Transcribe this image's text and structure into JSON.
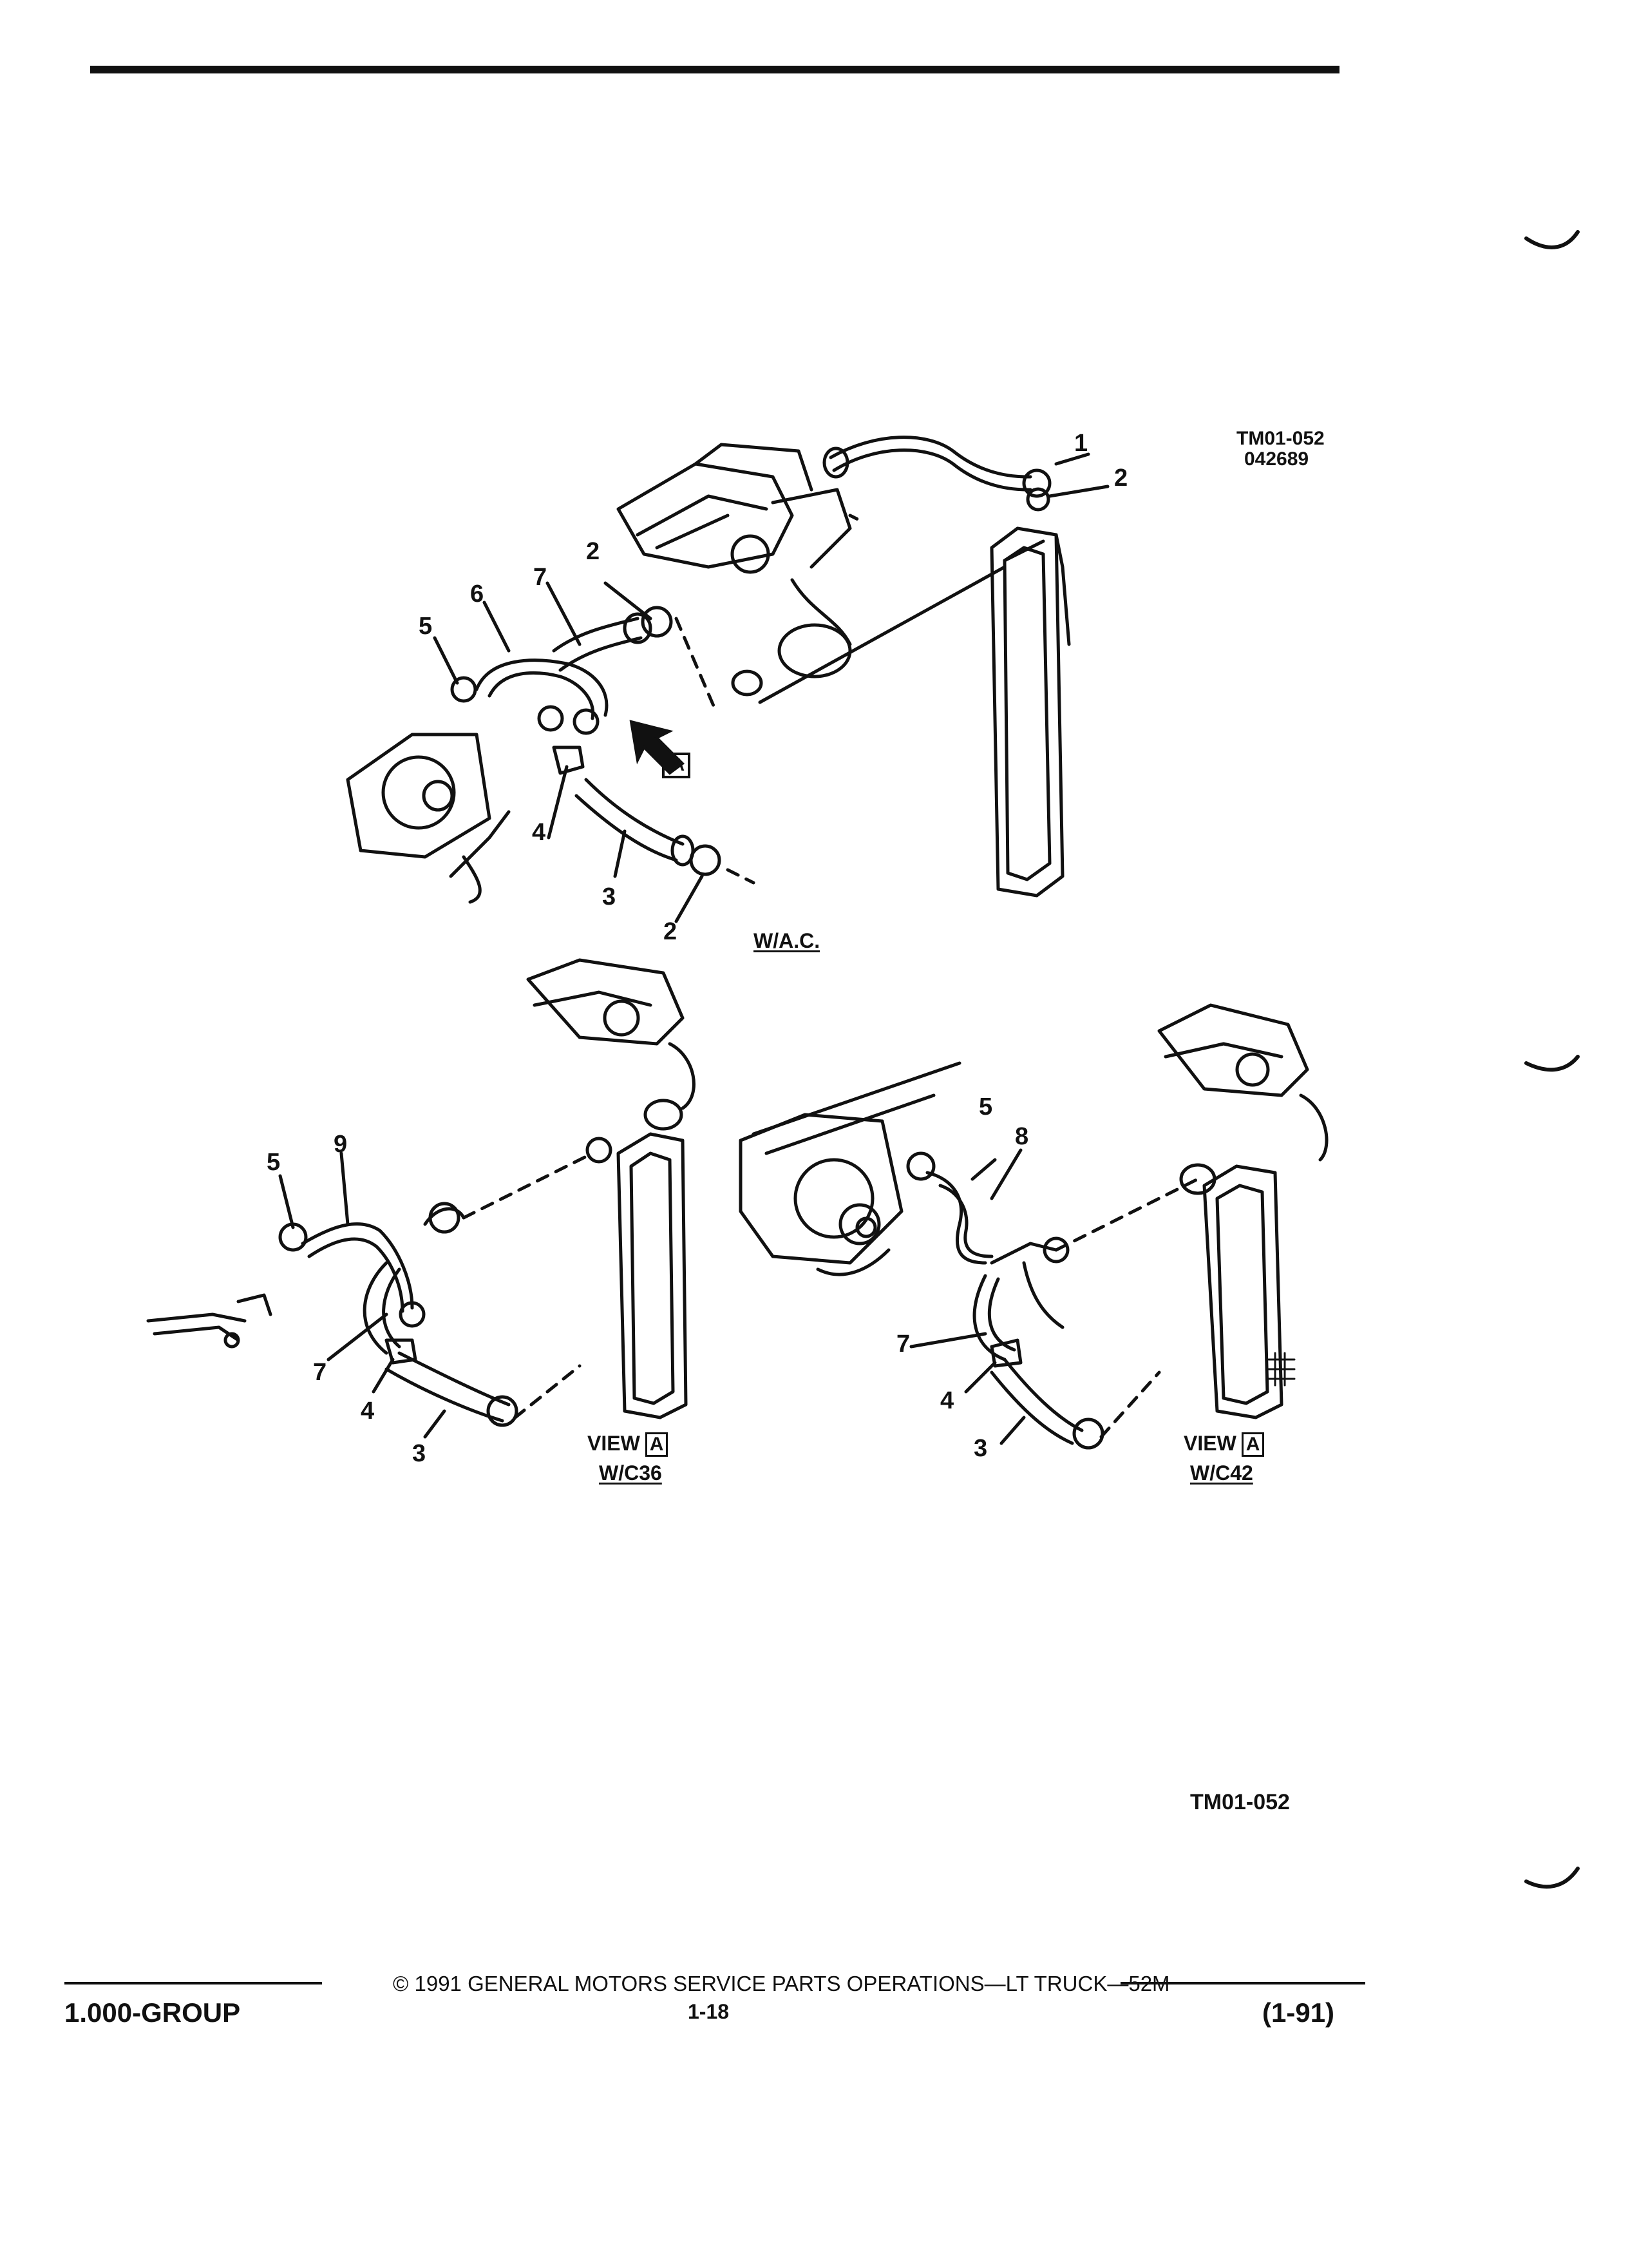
{
  "figure": {
    "ref_code": "TM01-052",
    "ref_date": "042689",
    "bottom_ref": "TM01-052"
  },
  "top_view": {
    "option_label": "W/A.C.",
    "arrow_label": "A",
    "callouts": [
      "1",
      "2",
      "2",
      "2",
      "3",
      "4",
      "5",
      "6",
      "7"
    ]
  },
  "view_c36": {
    "view_word": "VIEW",
    "view_letter": "A",
    "option_label": "W/C36",
    "callouts": [
      "3",
      "4",
      "5",
      "7",
      "9"
    ]
  },
  "view_c42": {
    "view_word": "VIEW",
    "view_letter": "A",
    "option_label": "W/C42",
    "callouts": [
      "3",
      "4",
      "5",
      "7",
      "8"
    ]
  },
  "footer": {
    "copyright": "©  1991  GENERAL MOTORS SERVICE PARTS OPERATIONS—LT TRUCK—52M",
    "group": "1.000-GROUP",
    "page": "1-18",
    "date": "(1-91)"
  }
}
